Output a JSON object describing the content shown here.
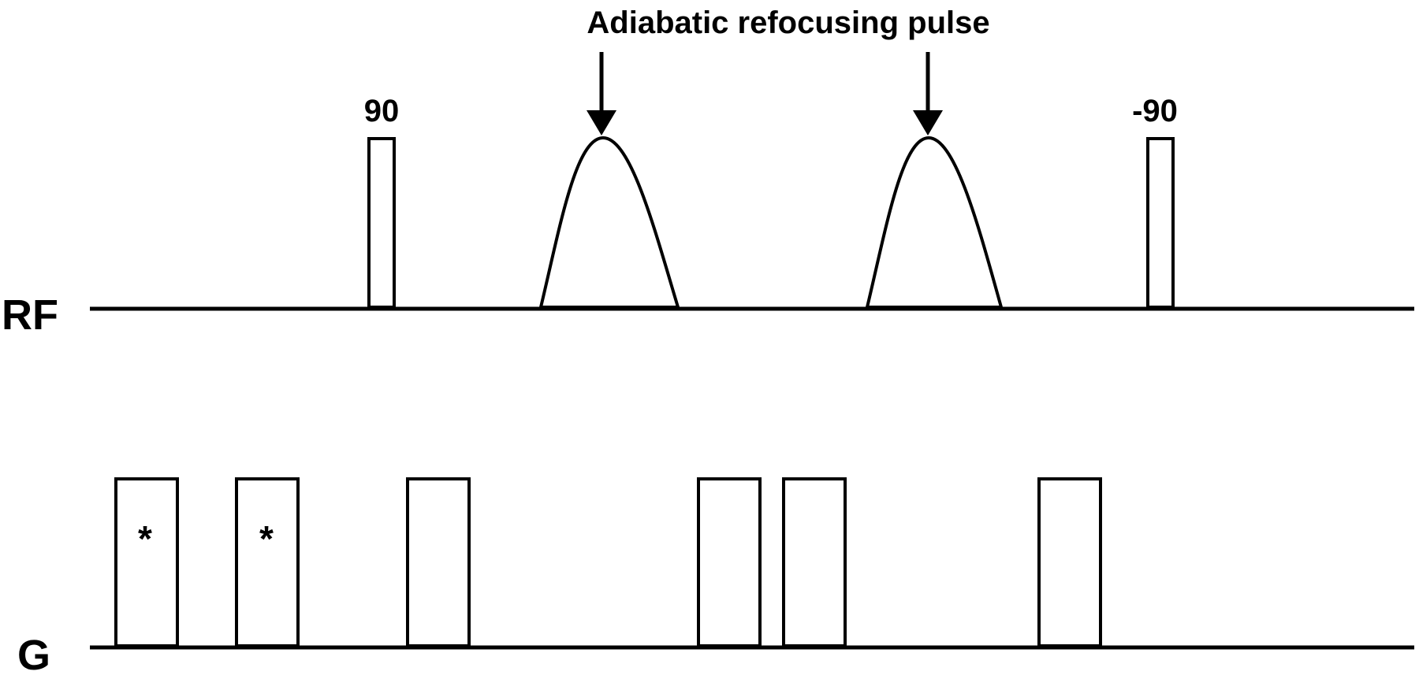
{
  "title": "Adiabatic refocusing pulse",
  "rows": {
    "rf": {
      "label": "RF"
    },
    "g": {
      "label": "G"
    }
  },
  "rf_pulses": [
    {
      "type": "hard",
      "label": "90"
    },
    {
      "type": "adiabatic",
      "label": ""
    },
    {
      "type": "adiabatic",
      "label": ""
    },
    {
      "type": "hard",
      "label": "-90"
    }
  ],
  "gradients": [
    {
      "marker": "*"
    },
    {
      "marker": "*"
    },
    {
      "marker": ""
    },
    {
      "marker": ""
    },
    {
      "marker": ""
    },
    {
      "marker": ""
    }
  ],
  "colors": {
    "ink": "#000000",
    "background": "#ffffff"
  }
}
